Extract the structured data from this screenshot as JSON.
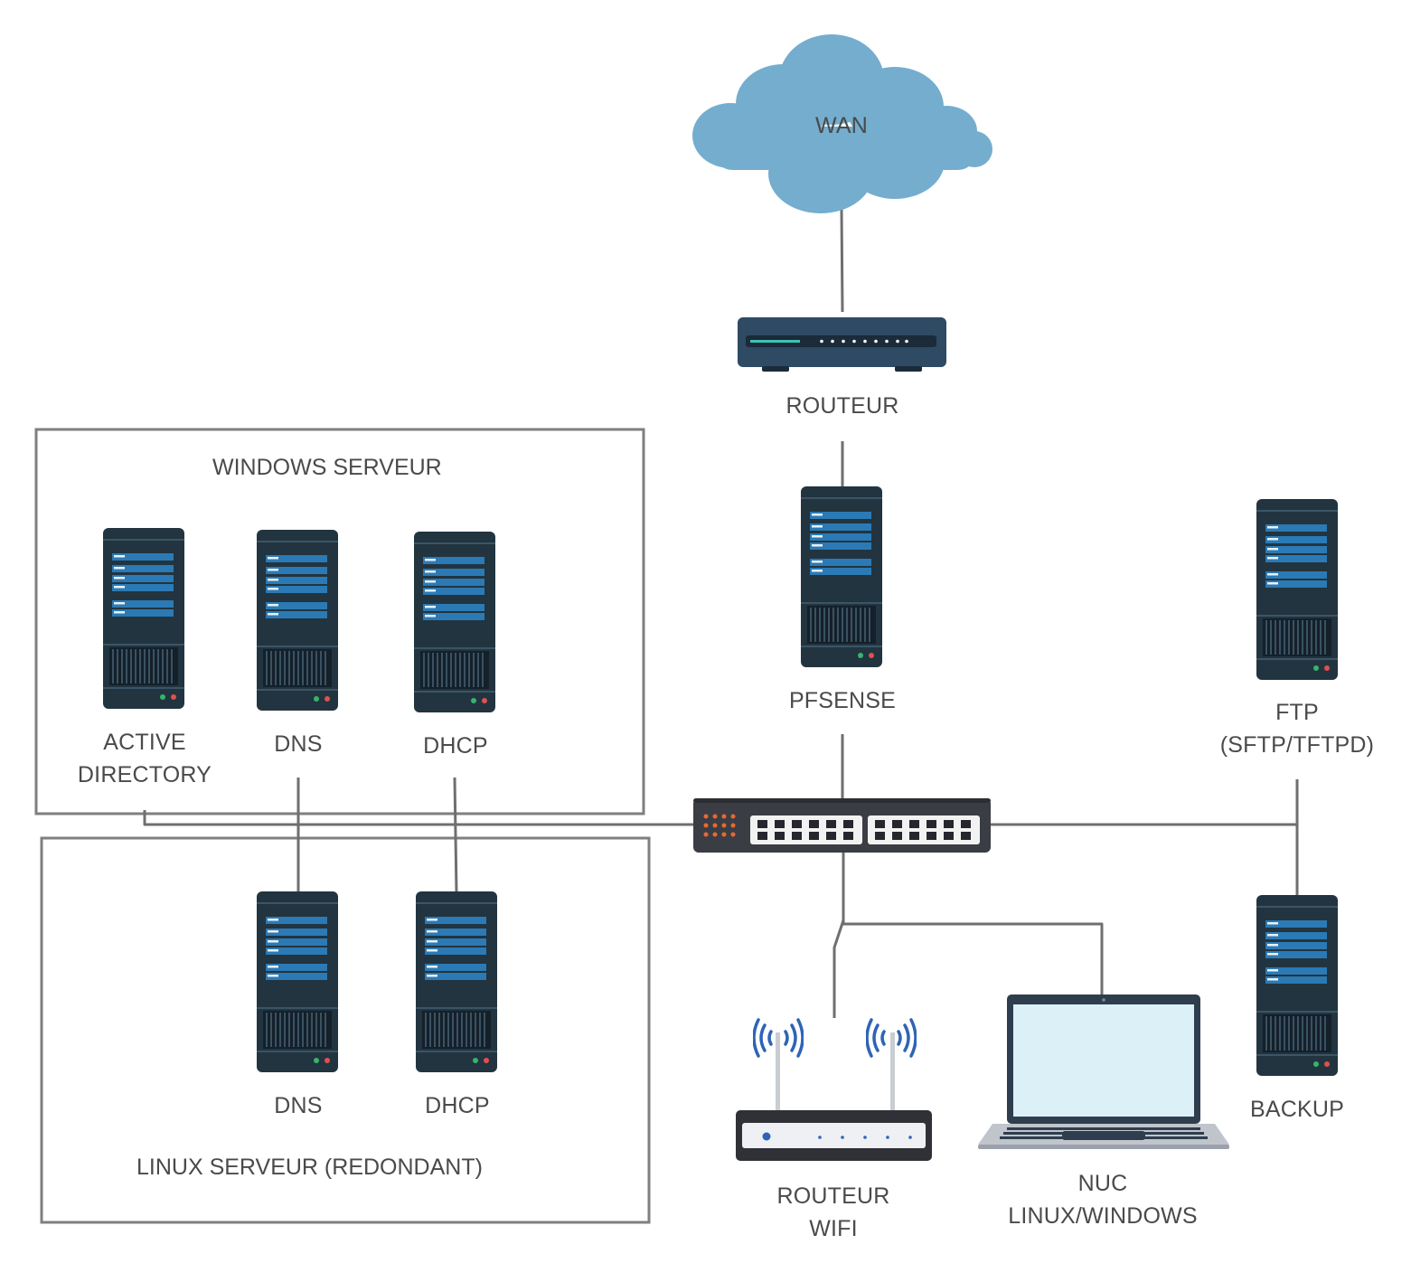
{
  "groups": {
    "windows": {
      "title": "WINDOWS SERVEUR"
    },
    "linux": {
      "title": "LINUX SERVEUR (REDONDANT)"
    }
  },
  "nodes": {
    "wan": {
      "label": "WAN"
    },
    "routeur": {
      "label": "ROUTEUR"
    },
    "pfsense": {
      "label": "PFSENSE"
    },
    "active_directory": {
      "line1": "ACTIVE",
      "line2": "DIRECTORY"
    },
    "win_dns": {
      "label": "DNS"
    },
    "win_dhcp": {
      "label": "DHCP"
    },
    "linux_dns": {
      "label": "DNS"
    },
    "linux_dhcp": {
      "label": "DHCP"
    },
    "ftp": {
      "line1": "FTP",
      "line2": "(SFTP/TFTPD)"
    },
    "backup": {
      "label": "BACKUP"
    },
    "routeur_wifi": {
      "line1": "ROUTEUR",
      "line2": "WIFI"
    },
    "nuc": {
      "line1": "NUC",
      "line2": "LINUX/WINDOWS"
    }
  },
  "colors": {
    "cloud": "#74adce",
    "server_body": "#22343f",
    "server_slot": "#2b7ab5",
    "router_body": "#2f4a63",
    "switch_body": "#3b3d44",
    "wire": "#6f6f6f",
    "box_border": "#7f7f7f",
    "wifi_wave": "#2e64b5",
    "laptop_screen": "#dcf0f8"
  },
  "icons": {
    "wan": "cloud-icon",
    "routeur": "router-icon",
    "pfsense": "server-icon",
    "switch": "network-switch-icon",
    "wifi": "wifi-router-icon",
    "nuc": "laptop-icon"
  }
}
